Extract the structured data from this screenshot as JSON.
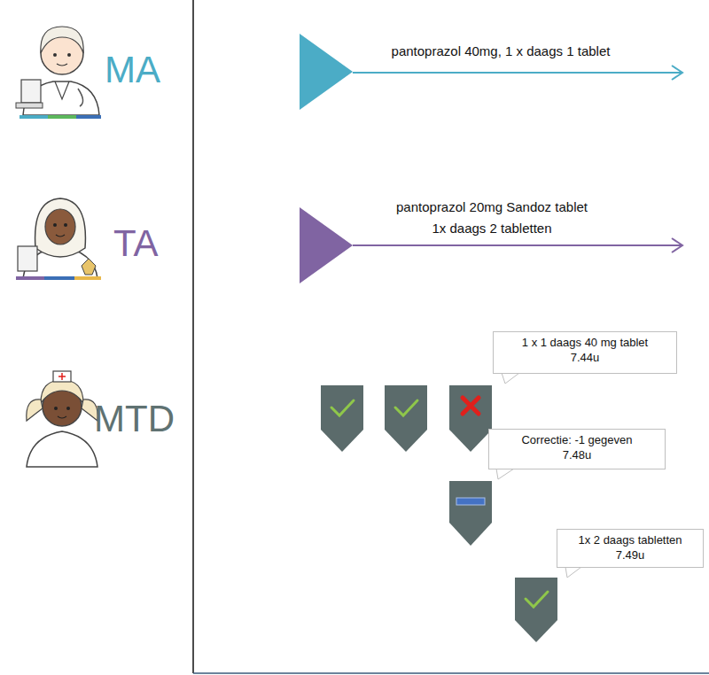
{
  "diagram": {
    "nodes": [
      {
        "text": [
          "1 x 1 daags 40 mg tablet",
          "7.44u"
        ]
      },
      {
        "text": [
          "Correctie: -1 gegeven",
          "7.48u"
        ]
      },
      {
        "text": [
          "1x 2 daags tabletten",
          "7.49u"
        ]
      }
    ],
    "labels": [
      "MA",
      "TA",
      "MTD",
      "pantoprazol 40mg, 1 x daags 1 tablet",
      "pantoprazol 20mg Sandoz tablet 1x daags 2 tabletten"
    ]
  }
}
